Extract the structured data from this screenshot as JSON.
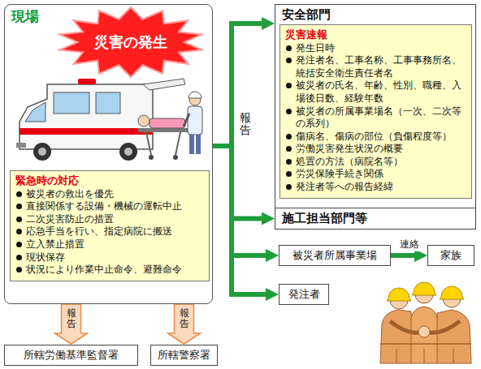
{
  "diagram": {
    "nodes": [
      {
        "text": [
          "現場"
        ]
      },
      {
        "text": [
          "災害の発生"
        ],
        "in": 0
      },
      {
        "text": [
          "緊急時の対応",
          "被災者の救出を優先",
          "直接関係する設備・機械の運転中止",
          "二次災害防止の措置",
          "応急手当を行い、指定病院に搬送",
          "立入禁止措置",
          "現状保存",
          "状況により作業中止命令、避難命令"
        ],
        "in": 0
      },
      {
        "text": [
          "安全部門"
        ]
      },
      {
        "text": [
          "災害速報",
          "発生日時",
          "発注者名、工事名称、工事事務所名、統括安全衛生責任者名",
          "被災者の氏名、年齢、性別、職種、入場後日数、経験年数",
          "被災者の所属事業場名（一次、二次等の系列）",
          "傷病名、傷病の部位（負傷程度等）",
          "労働災害発生状況の概要",
          "処置の方法（病院名等）",
          "労災保険手続き関係",
          "発注者等への報告経緯"
        ],
        "in": 3
      },
      {
        "text": [
          "施工担当部門等"
        ]
      },
      {
        "text": [
          "被災者所属事業場"
        ]
      },
      {
        "text": [
          "家族"
        ]
      },
      {
        "text": [
          "発注者"
        ]
      },
      {
        "text": [
          "所轄労働基準監督署"
        ]
      },
      {
        "text": [
          "所轄警察署"
        ]
      }
    ],
    "edges": [
      {
        "from": 0,
        "to": 3,
        "arrow": "to",
        "label": "報告"
      },
      {
        "from": 0,
        "to": 5,
        "arrow": "to"
      },
      {
        "from": 0,
        "to": 6,
        "arrow": "to"
      },
      {
        "from": 0,
        "to": 8,
        "arrow": "to"
      },
      {
        "from": 6,
        "to": 7,
        "arrow": "to",
        "label": "連絡"
      },
      {
        "from": 0,
        "to": 9,
        "arrow": "to",
        "label": "報告"
      },
      {
        "from": 0,
        "to": 10,
        "arrow": "to",
        "label": "報告"
      }
    ]
  }
}
